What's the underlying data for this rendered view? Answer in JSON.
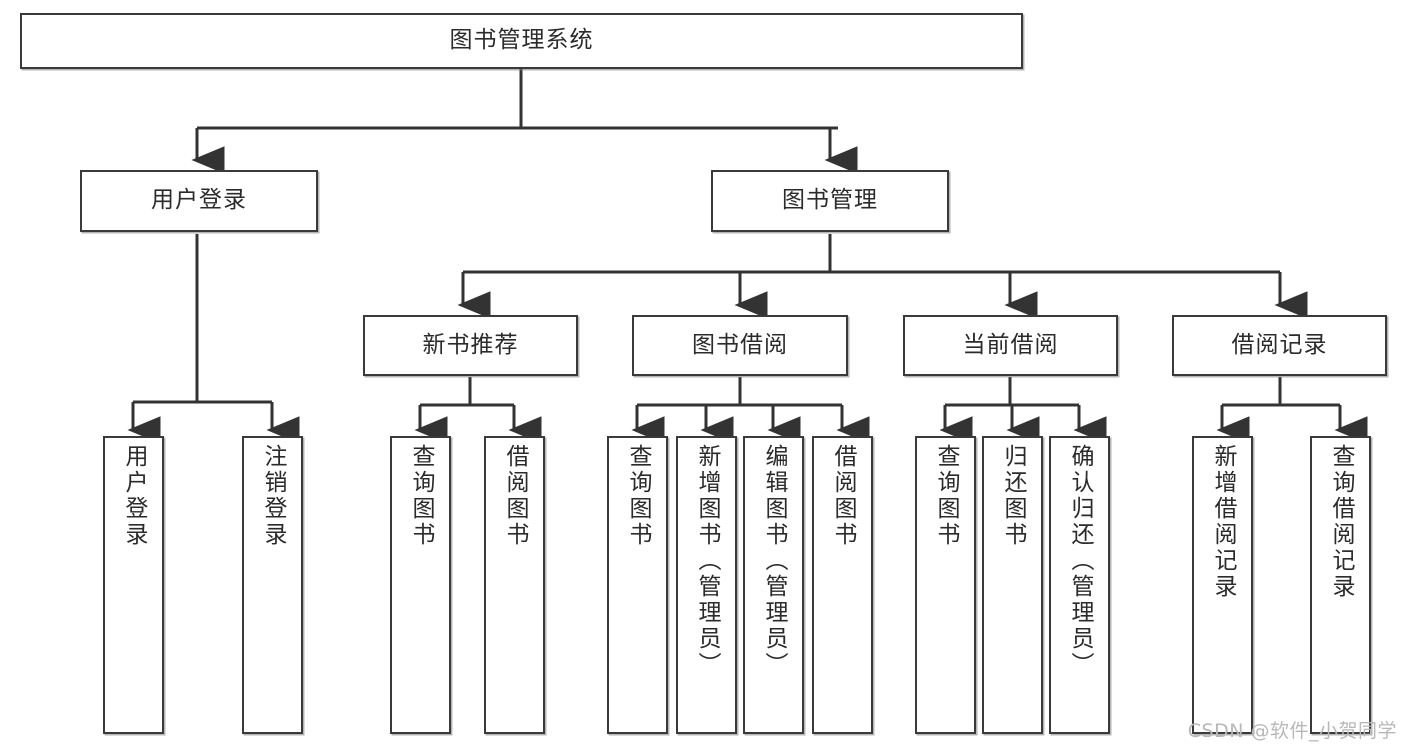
{
  "diagram": {
    "type": "tree-hierarchy-flowchart",
    "title": "图书管理系统",
    "watermark": "CSDN @软件_小贺同学",
    "colors": {
      "box_border": "#3a3a3a",
      "box_fill": "#ffffff",
      "connector": "#333333",
      "text": "#2b2b2b",
      "watermark": "#b8b8b8"
    },
    "levels": [
      {
        "level": 1,
        "nodes": [
          {
            "id": "root",
            "label": "图书管理系统"
          }
        ]
      },
      {
        "level": 2,
        "nodes": [
          {
            "id": "user-login",
            "label": "用户登录"
          },
          {
            "id": "book-manage",
            "label": "图书管理"
          }
        ]
      },
      {
        "level": 3,
        "nodes": [
          {
            "id": "new-book-rec",
            "label": "新书推荐"
          },
          {
            "id": "book-borrow",
            "label": "图书借阅"
          },
          {
            "id": "current-borrow",
            "label": "当前借阅"
          },
          {
            "id": "borrow-record",
            "label": "借阅记录"
          }
        ]
      },
      {
        "level": 4,
        "nodes": [
          {
            "id": "leaf-user-login",
            "label": "用户登录",
            "parent": "user-login"
          },
          {
            "id": "leaf-logout",
            "label": "注销登录",
            "parent": "user-login"
          },
          {
            "id": "leaf-query-book-1",
            "label": "查询图书",
            "parent": "new-book-rec"
          },
          {
            "id": "leaf-borrow-book-1",
            "label": "借阅图书",
            "parent": "new-book-rec"
          },
          {
            "id": "leaf-query-book-2",
            "label": "查询图书",
            "parent": "book-borrow"
          },
          {
            "id": "leaf-add-book",
            "label": "新增图书（管理员）",
            "parent": "book-borrow"
          },
          {
            "id": "leaf-edit-book",
            "label": "编辑图书（管理员）",
            "parent": "book-borrow"
          },
          {
            "id": "leaf-borrow-book-2",
            "label": "借阅图书",
            "parent": "book-borrow"
          },
          {
            "id": "leaf-query-book-3",
            "label": "查询图书",
            "parent": "current-borrow"
          },
          {
            "id": "leaf-return-book",
            "label": "归还图书",
            "parent": "current-borrow"
          },
          {
            "id": "leaf-confirm-return",
            "label": "确认归还（管理员）",
            "parent": "current-borrow"
          },
          {
            "id": "leaf-add-record",
            "label": "新增借阅记录",
            "parent": "borrow-record"
          },
          {
            "id": "leaf-query-record",
            "label": "查询借阅记录",
            "parent": "borrow-record"
          }
        ]
      }
    ]
  }
}
